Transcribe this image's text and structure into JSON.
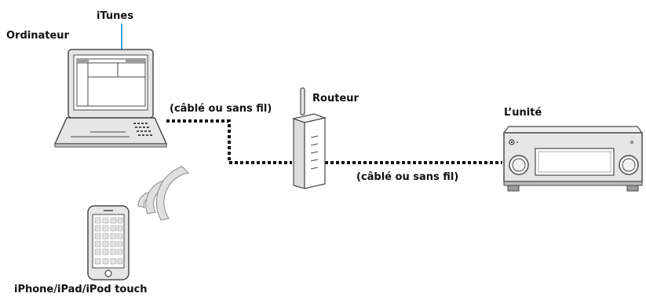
{
  "labels": {
    "itunes": "iTunes",
    "computer": "Ordinateur",
    "wired_or_wireless_1": "(câblé ou sans fil)",
    "router": "Routeur",
    "unit": "L’unité",
    "wired_or_wireless_2": "(câblé ou sans fil)",
    "mobile": "iPhone/iPad/iPod touch"
  },
  "icons": {
    "computer": "laptop-icon",
    "router": "router-icon",
    "unit": "av-receiver-icon",
    "mobile": "smartphone-icon",
    "wireless": "wireless-signal-icon"
  },
  "colors": {
    "itunes_pointer": "#2fa8e0",
    "connection_line": "#111111",
    "device_outline": "#4a4a4a",
    "device_fill": "#e6e6e6"
  }
}
